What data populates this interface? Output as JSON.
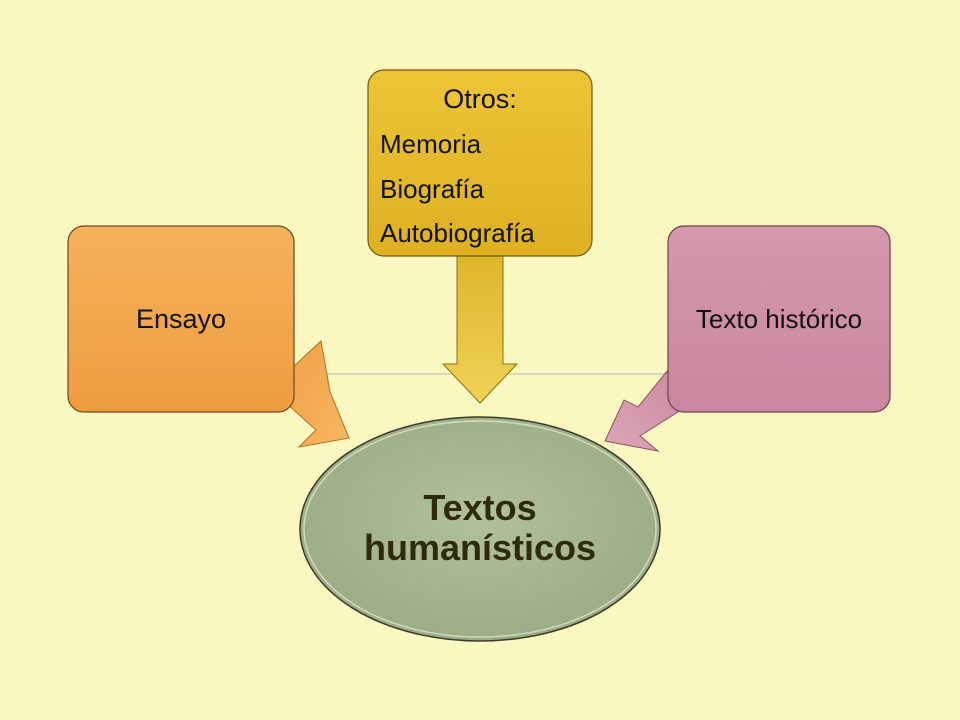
{
  "nodes": {
    "ensayo": {
      "label": "Ensayo"
    },
    "historico": {
      "label": "Texto histórico"
    },
    "otros": {
      "title": "Otros:",
      "items": [
        "Memoria",
        "Biografía",
        "Autobiografía"
      ]
    },
    "center": {
      "line1": "Textos",
      "line2": "humanísticos"
    }
  },
  "colors": {
    "background": "#fbf7c0",
    "ensayo": "#f2a64a",
    "otros": "#e6bd2a",
    "historico": "#cf8fa7",
    "center": "#a8b891",
    "ensayo_arrow": "#f4aa52",
    "otros_arrow": "#e8c43b",
    "historico_arrow": "#d39aae"
  }
}
